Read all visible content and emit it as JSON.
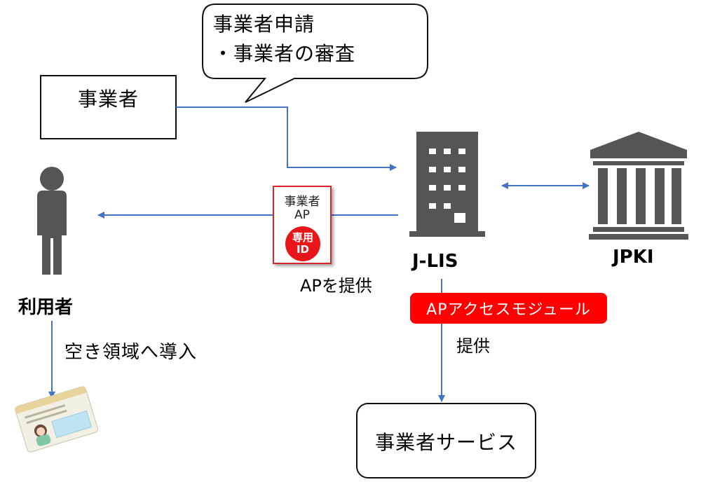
{
  "callout": {
    "line1": "事業者申請",
    "line2": "・事業者の審査"
  },
  "business_box": {
    "label": "事業者"
  },
  "user": {
    "label": "利用者"
  },
  "jlis": {
    "label": "J-LIS"
  },
  "jpki": {
    "label": "JPKI"
  },
  "ap_card": {
    "line1": "事業者",
    "line2": "AP",
    "badge_line1": "専用",
    "badge_line2": "ID"
  },
  "arrow_labels": {
    "provide_ap": "APを提供",
    "install": "空き領域へ導入",
    "provide": "提供"
  },
  "module": {
    "label": "APアクセスモジュール"
  },
  "service_box": {
    "label": "事業者サービス"
  },
  "colors": {
    "arrow": "#4472c4",
    "icon": "#555555",
    "accent_red": "#ff0000"
  }
}
